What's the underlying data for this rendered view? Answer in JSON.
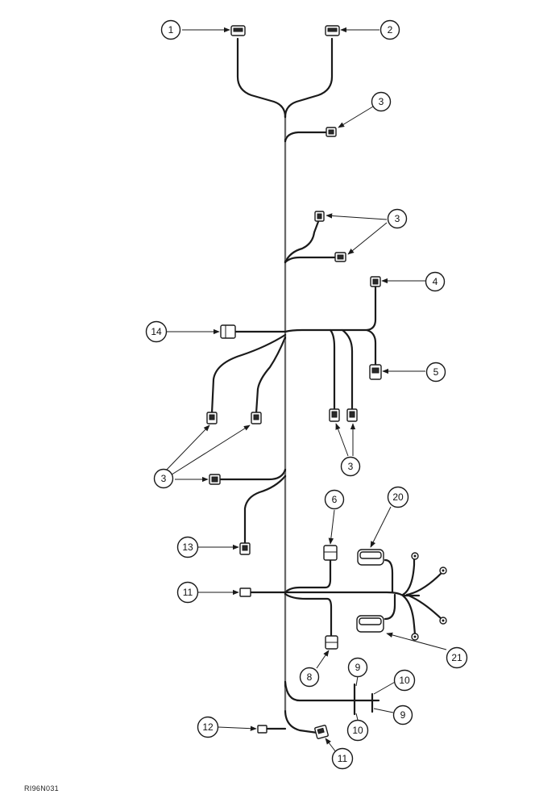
{
  "figure": {
    "reference_code": "RI96N031"
  },
  "callouts": [
    {
      "id": "c1",
      "label": "1"
    },
    {
      "id": "c2",
      "label": "2"
    },
    {
      "id": "c3a",
      "label": "3"
    },
    {
      "id": "c3b",
      "label": "3"
    },
    {
      "id": "c4",
      "label": "4"
    },
    {
      "id": "c14",
      "label": "14"
    },
    {
      "id": "c5",
      "label": "5"
    },
    {
      "id": "c3c",
      "label": "3"
    },
    {
      "id": "c3d",
      "label": "3"
    },
    {
      "id": "c6",
      "label": "6"
    },
    {
      "id": "c20",
      "label": "20"
    },
    {
      "id": "c13",
      "label": "13"
    },
    {
      "id": "c11a",
      "label": "11"
    },
    {
      "id": "c21",
      "label": "21"
    },
    {
      "id": "c8",
      "label": "8"
    },
    {
      "id": "c9a",
      "label": "9"
    },
    {
      "id": "c10a",
      "label": "10"
    },
    {
      "id": "c10b",
      "label": "10"
    },
    {
      "id": "c9b",
      "label": "9"
    },
    {
      "id": "c12",
      "label": "12"
    },
    {
      "id": "c11b",
      "label": "11"
    }
  ]
}
